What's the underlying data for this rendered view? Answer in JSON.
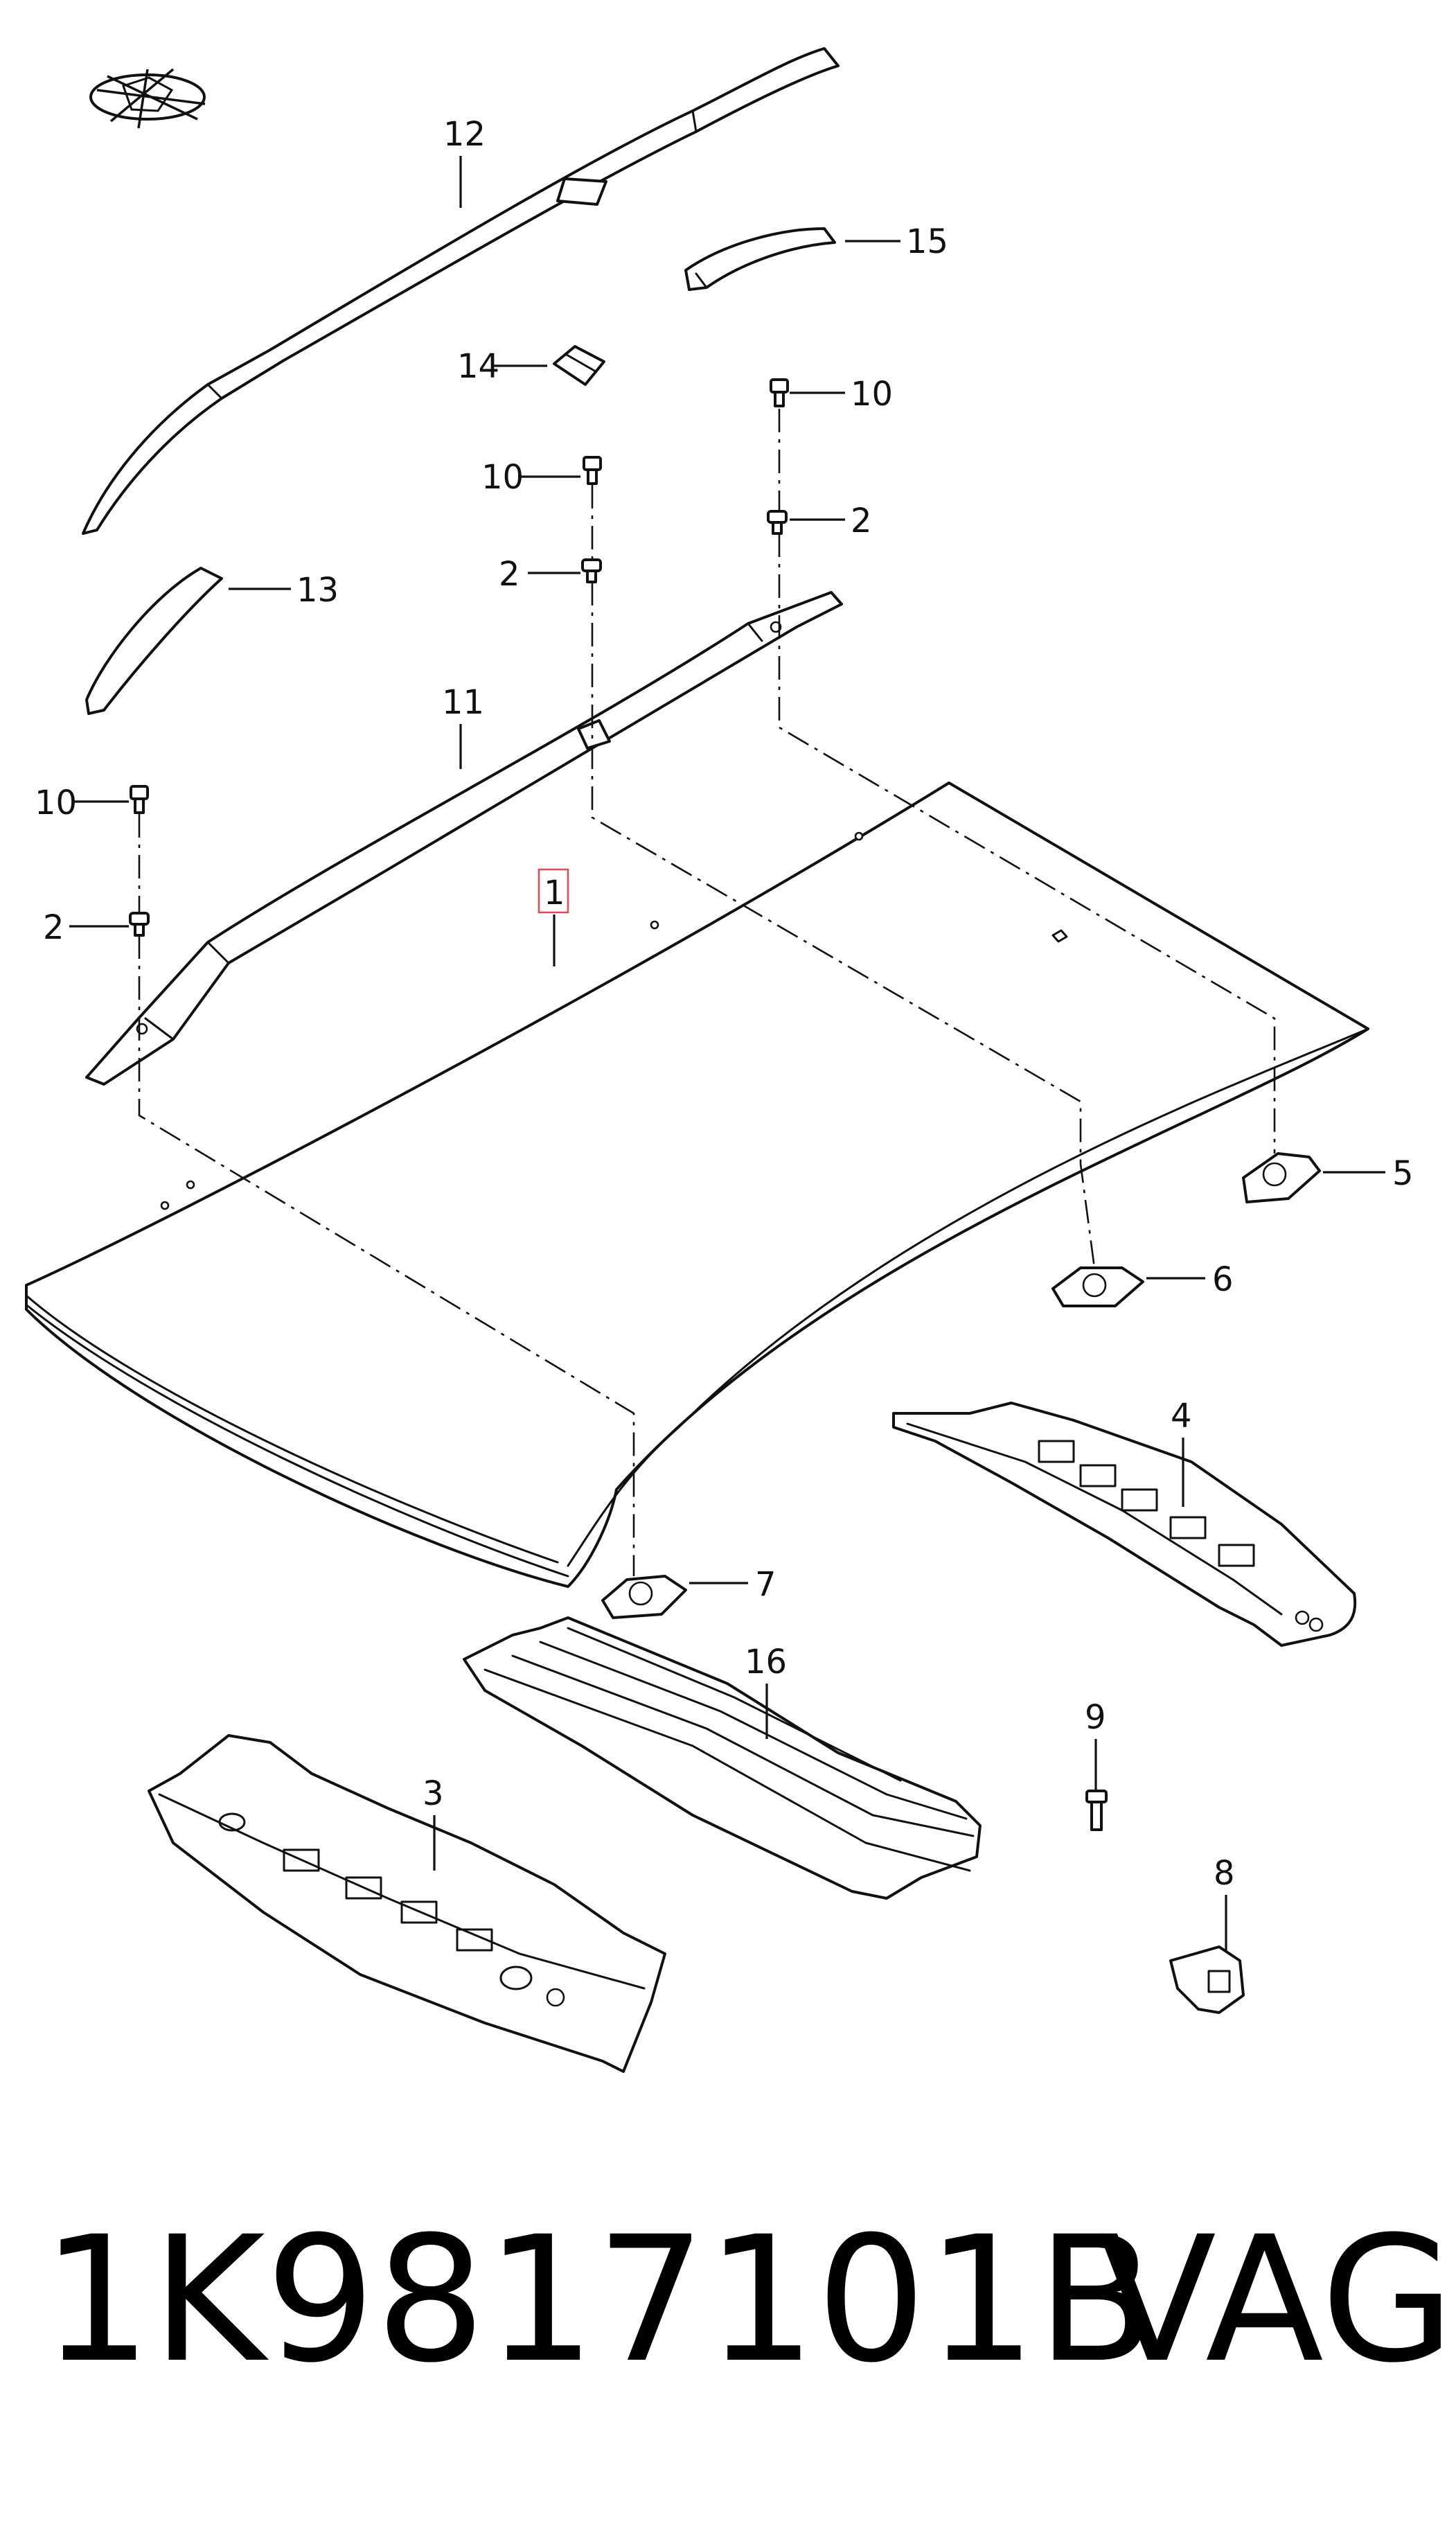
{
  "callouts": {
    "c1": "1",
    "c2a": "2",
    "c2b": "2",
    "c2c": "2",
    "c3": "3",
    "c4": "4",
    "c5": "5",
    "c6": "6",
    "c7": "7",
    "c8": "8",
    "c9": "9",
    "c10a": "10",
    "c10b": "10",
    "c10c": "10",
    "c11": "11",
    "c12": "12",
    "c13": "13",
    "c14": "14",
    "c15": "15",
    "c16": "16"
  },
  "footer": {
    "part_number": "1K9817101B",
    "brand": "VAG"
  },
  "colors": {
    "line": "#111111",
    "highlight": "#e8474f",
    "background": "#ffffff"
  },
  "icons": {
    "logo": "star-emblem-icon"
  }
}
